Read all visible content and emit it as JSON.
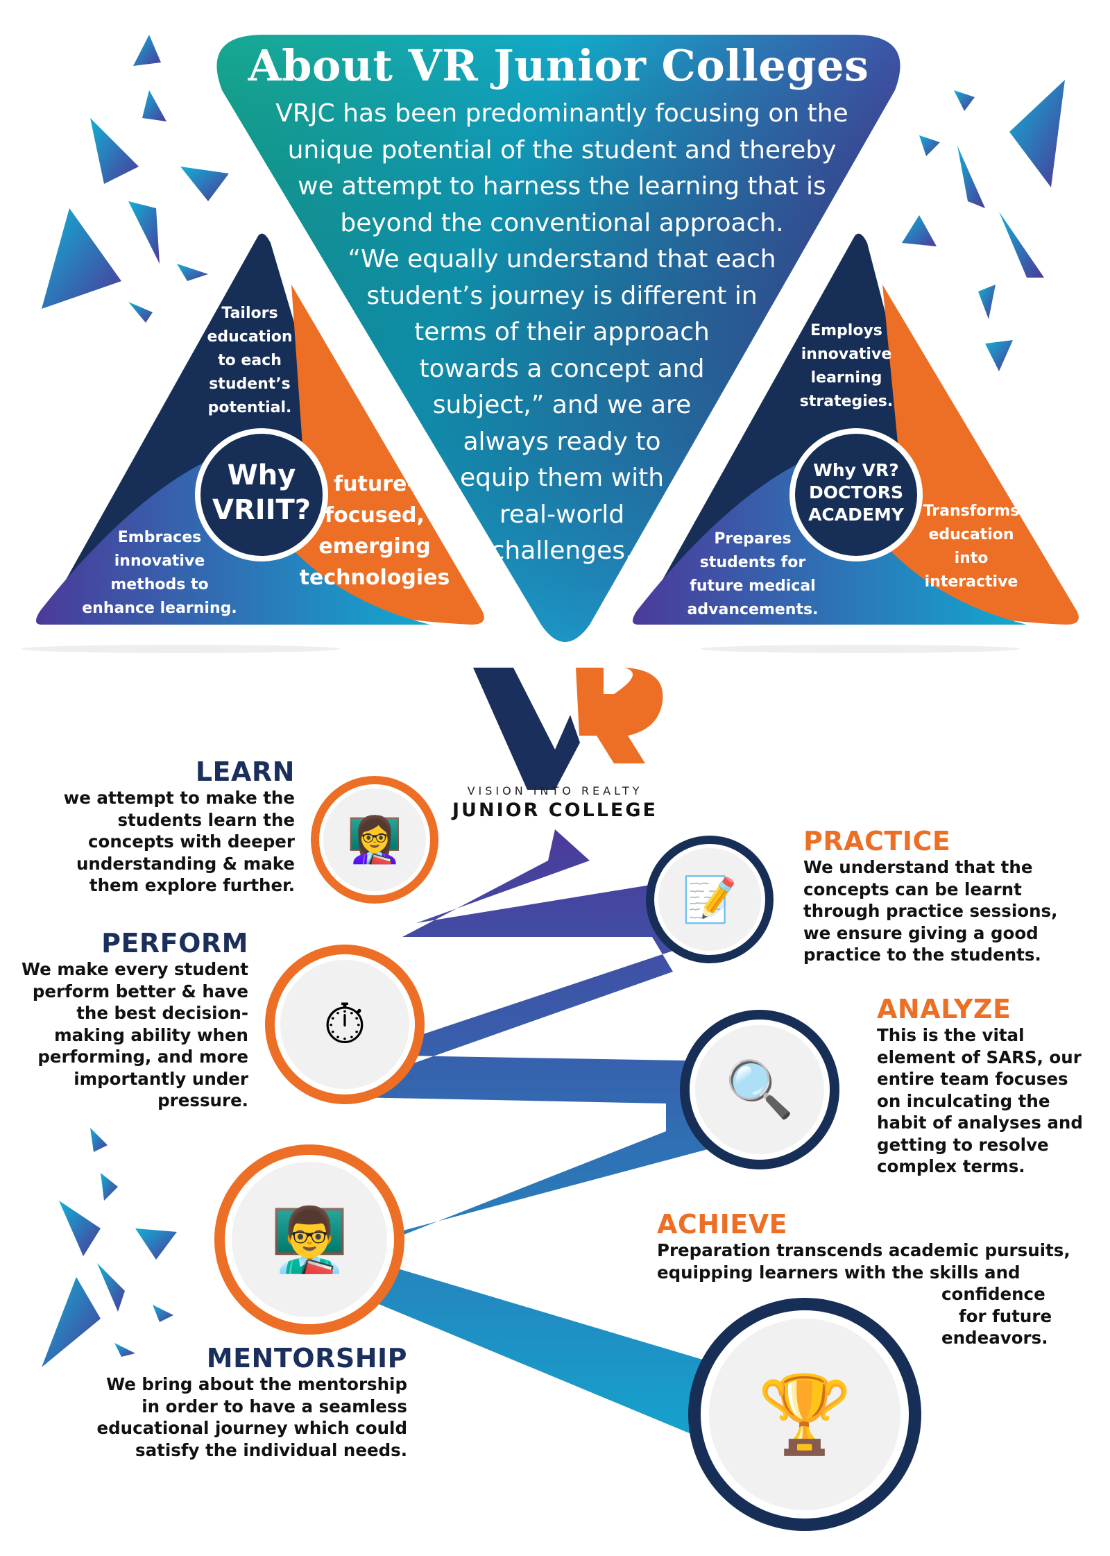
{
  "header": {
    "title": "About VR Junior Colleges",
    "intro_lines": [
      "VRJC has been predominantly focusing on the",
      "unique potential of the student and thereby",
      "we attempt to harness the learning that is",
      "beyond the conventional approach.",
      "“We equally understand that each",
      "student’s journey is different in",
      "terms of their approach",
      "towards a concept and",
      "subject,” and we are",
      "always ready to",
      "equip them with",
      "real-world",
      "challenges."
    ]
  },
  "vriit": {
    "center": [
      "Why",
      "VRIIT?"
    ],
    "top": [
      "Tailors",
      "education",
      "to each",
      "student’s",
      "potential."
    ],
    "left": [
      "Embraces",
      "innovative",
      "methods to",
      "enhance learning."
    ],
    "right": [
      "future-",
      "focused,",
      "emerging",
      "technologies"
    ]
  },
  "doctors": {
    "center": [
      "Why VR?",
      "DOCTORS",
      "ACADEMY"
    ],
    "top": [
      "Employs",
      "innovative",
      "learning",
      "strategies."
    ],
    "left": [
      "Prepares",
      "students for",
      "future medical",
      "advancements."
    ],
    "right": [
      "Transforms",
      "education",
      "into",
      "interactive"
    ]
  },
  "logo": {
    "mark": "VR",
    "tagline": "VISION INTO REALTY",
    "name": "JUNIOR COLLEGE"
  },
  "stages": {
    "learn": {
      "title": "LEARN",
      "lines": [
        "we attempt to make the",
        "students learn the",
        "concepts with deeper",
        "understanding & make",
        "them explore further."
      ]
    },
    "practice": {
      "title": "PRACTICE",
      "lines": [
        "We understand that the",
        "concepts can be learnt",
        "through practice sessions,",
        "we ensure giving a good",
        "practice to the students."
      ]
    },
    "perform": {
      "title": "PERFORM",
      "lines": [
        "We make every student",
        "perform  better & have",
        "the best decision-",
        "making  ability when",
        "performing, and more",
        "importantly under",
        "pressure."
      ]
    },
    "analyze": {
      "title": "ANALYZE",
      "lines": [
        "This is the vital",
        "element of  SARS, our",
        "entire team focuses",
        "on inculcating the",
        "habit of analyses and",
        "getting to resolve",
        "complex terms."
      ]
    },
    "achieve": {
      "title": "ACHIEVE",
      "lines": [
        "Preparation transcends academic pursuits,",
        "equipping learners with the skills and",
        "confidence",
        "for future",
        "endeavors."
      ]
    },
    "mentorship": {
      "title": "MENTORSHIP",
      "lines": [
        "We bring about the mentorship",
        "in order to have a seamless",
        "educational journey which could",
        "satisfy the individual needs."
      ]
    }
  },
  "illustrations": {
    "learn": "classroom",
    "practice": "studying",
    "perform": "exam",
    "analyze": "magnifier",
    "mentorship": "teaching",
    "achieve": "celebration"
  },
  "colors": {
    "navy": "#1b2f5c",
    "orange": "#ec6f25",
    "teal": "#16a89b",
    "cyan": "#12a9d0",
    "purple": "#4b3a9a"
  }
}
